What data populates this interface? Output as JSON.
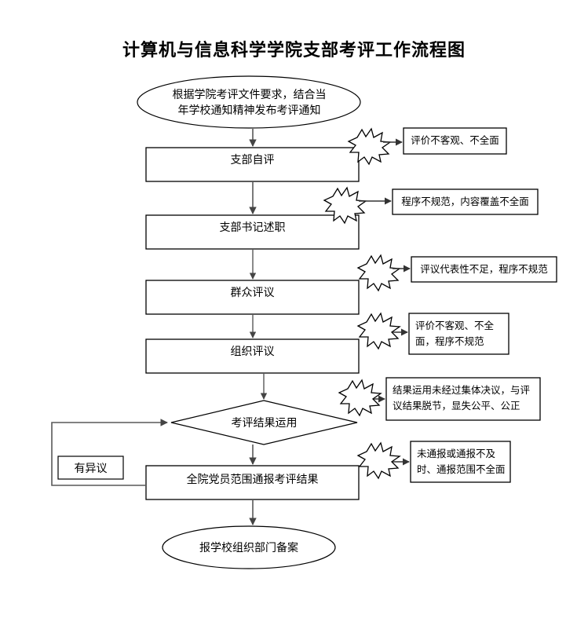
{
  "title": "计算机与信息科学学院支部考评工作流程图",
  "colors": {
    "stroke": "#000000",
    "connector": "#595959",
    "background": "#ffffff",
    "text": "#000000"
  },
  "flow": {
    "start_node": {
      "shape": "ellipse",
      "label": "根据学院考评文件要求，结合当\n年学校通知精神发布考评通知"
    },
    "steps": [
      {
        "shape": "process",
        "label": "支部自评"
      },
      {
        "shape": "process",
        "label": "支部书记述职"
      },
      {
        "shape": "process",
        "label": "群众评议"
      },
      {
        "shape": "process",
        "label": "组织评议"
      },
      {
        "shape": "decision",
        "label": "考评结果运用"
      },
      {
        "shape": "process",
        "label": "全院党员范围通报考评结果"
      }
    ],
    "loop_label": "有异议",
    "end_node": {
      "shape": "ellipse",
      "label": "报学校组织部门备案"
    }
  },
  "risk_notes": [
    {
      "id": "note-1",
      "label": "评价不客观、不全面",
      "align": "center"
    },
    {
      "id": "note-2",
      "label": "程序不规范，内容覆盖不全面",
      "align": "center"
    },
    {
      "id": "note-3",
      "label": "评议代表性不足，程序不规范",
      "align": "center"
    },
    {
      "id": "note-4",
      "label": "评价不客观、不全\n面，程序不规范",
      "align": "left"
    },
    {
      "id": "note-5",
      "label": "结果运用未经过集体决议，与评\n议结果脱节，显失公平、公正",
      "align": "left"
    },
    {
      "id": "note-6",
      "label": "未通报或通报不及\n时、通报范围不全面",
      "align": "left"
    }
  ]
}
